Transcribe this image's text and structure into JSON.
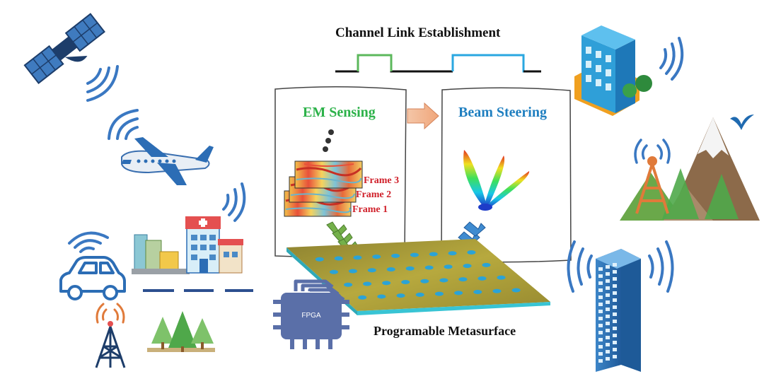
{
  "header": {
    "title": "Channel Link Establishment"
  },
  "panels": {
    "sensing": {
      "title": "EM Sensing",
      "frames": [
        "Frame 3",
        "Frame 2",
        "Frame 1"
      ]
    },
    "steering": {
      "title": "Beam Steering"
    }
  },
  "metasurface": {
    "label": "Programable Metasurface"
  },
  "fpga": {
    "label": "FPGA"
  },
  "colors": {
    "signal_green": "#5cb85c",
    "signal_blue": "#2aa7e0",
    "sensing_title": "#2db24a",
    "steering_title": "#1f7fc0",
    "frame_label": "#d0202a",
    "wave": "#3a78c2",
    "board_top": "#b3a436",
    "board_edge": "#38c4d4",
    "fpga_chip": "#5a6fa8"
  },
  "icons": [
    "satellite-icon",
    "airplane-icon",
    "car-icon",
    "city-buildings-icon",
    "hospital-icon",
    "cell-tower-icon",
    "trees-icon",
    "office-building-icon",
    "mountain-icon",
    "bird-icon",
    "skyscraper-icon",
    "fpga-chip-icon",
    "wifi-waves-icon",
    "beam-pattern-icon"
  ]
}
